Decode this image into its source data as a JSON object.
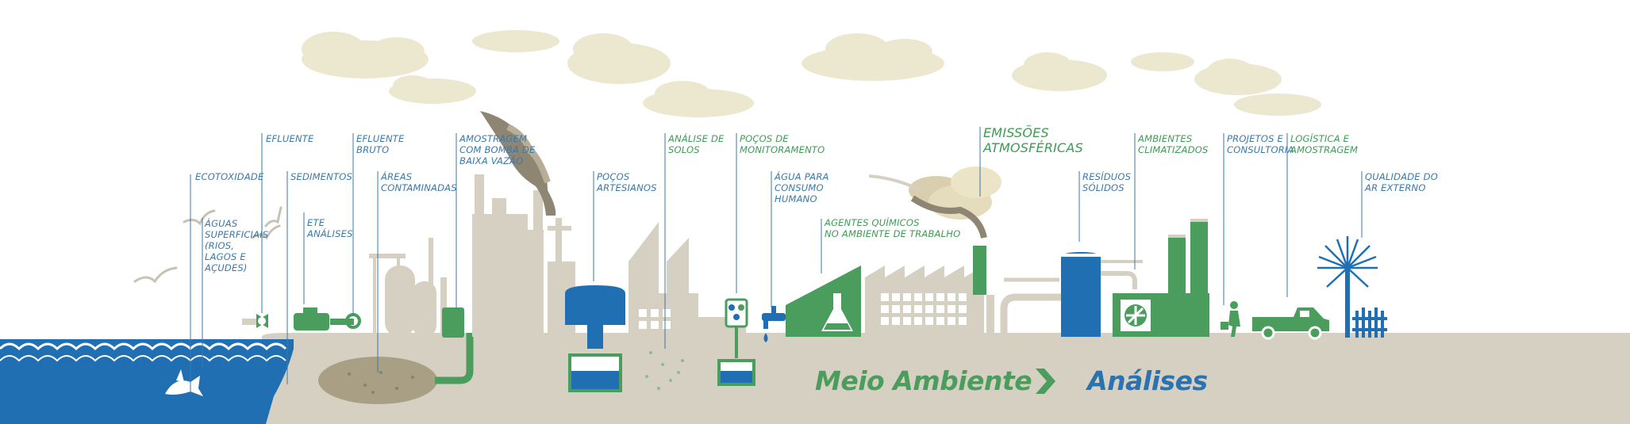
{
  "labels": {
    "ecotoxidade": "ECOTOXIDADE",
    "aguas_superficiais": "ÁGUAS\nSUPERFICIAIS\n(RIOS,\nLAGOS E\nAÇUDES)",
    "efluente": "EFLUENTE",
    "sedimentos": "SEDIMENTOS",
    "ete_analises": "ETE\nANÁLISES",
    "efluente_bruto": "EFLUENTE\nBRUTO",
    "areas_contaminadas": "ÁREAS\nCONTAMINADAS",
    "amostragem_bomba": "AMOSTRAGEM\nCOM BOMBA DE\nBAIXA VAZÃO",
    "pocos_artesianos": "POÇOS\nARTESIANOS",
    "analise_solos": "ANÁLISE DE\nSOLOS",
    "pocos_monitoramento": "POÇOS DE\nMONITORAMENTO",
    "agua_consumo": "ÁGUA PARA\nCONSUMO\nHUMANO",
    "agentes_quimicos": "AGENTES QUÍMICOS\nNO AMBIENTE DE TRABALHO",
    "emissoes": "EMISSÕES\nATMOSFÉRICAS",
    "residuos": "RESÍDUOS\nSÓLIDOS",
    "ambientes": "AMBIENTES\nCLIMATIZADOS",
    "projetos": "PROJETOS E\nCONSULTORIA",
    "logistica": "LOGÍSTICA E\nAMOSTRAGEM",
    "qualidade_ar": "QUALIDADE DO\nAR EXTERNO"
  },
  "footer": {
    "left": "Meio Ambiente",
    "right": "Análises"
  },
  "colors": {
    "blue": "#1f6fb2",
    "green": "#4a9d5c",
    "beige": "#d6d0c2",
    "cloud": "#ece7cf",
    "label_blue": "#3a78a8",
    "label_green": "#3f9a55"
  }
}
